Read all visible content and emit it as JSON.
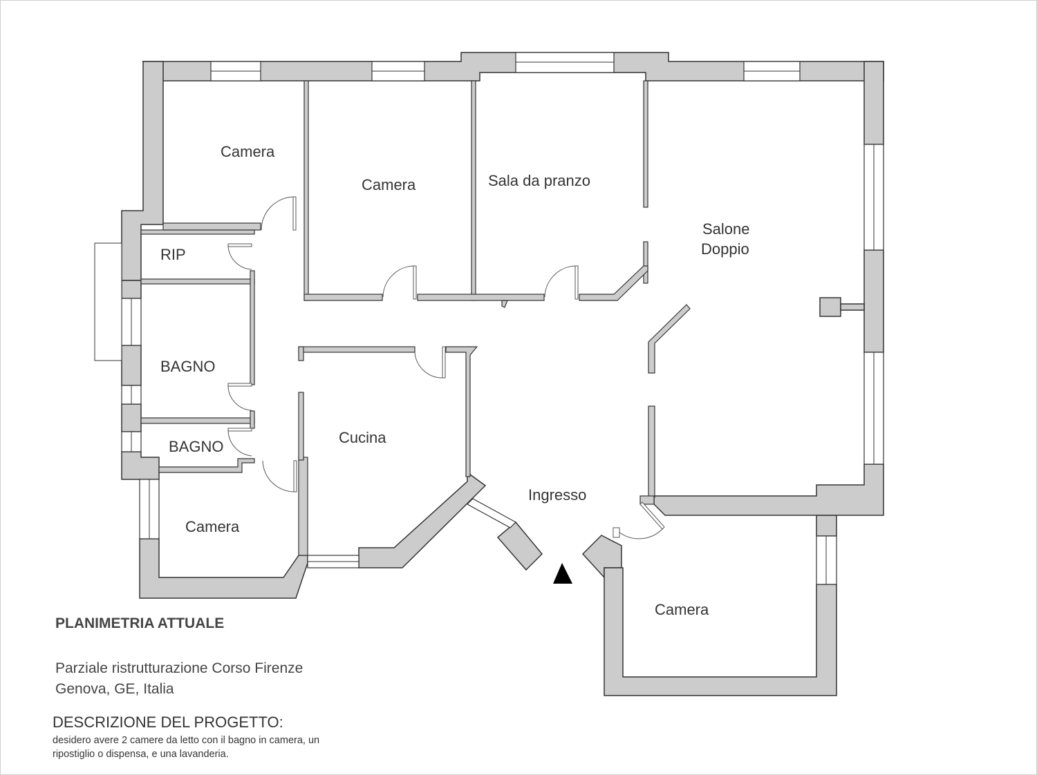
{
  "rooms": {
    "camera_top_left": "Camera",
    "camera_top_mid": "Camera",
    "sala_da_pranzo": "Sala da pranzo",
    "salone_line1": "Salone",
    "salone_line2": "Doppio",
    "rip": "RIP",
    "bagno_1": "BAGNO",
    "bagno_2": "BAGNO",
    "cucina": "Cucina",
    "ingresso": "Ingresso",
    "camera_bottom_left": "Camera",
    "camera_bottom_right": "Camera"
  },
  "info": {
    "title": "PLANIMETRIA ATTUALE",
    "subtitle_line1": "Parziale ristrutturazione Corso Firenze",
    "subtitle_line2": "Genova, GE, Italia",
    "description_title": "DESCRIZIONE DEL PROGETTO:",
    "description_line1": "desidero avere 2 camere da letto con il bagno in camera, un",
    "description_line2": "ripostiglio o dispensa, e una lavanderia."
  },
  "colors": {
    "wall": "#cccccc",
    "wall_outline": "#333333",
    "text": "#333333",
    "entrance_marker": "#000000"
  },
  "icons": {
    "entrance": "entrance-arrow-icon"
  }
}
